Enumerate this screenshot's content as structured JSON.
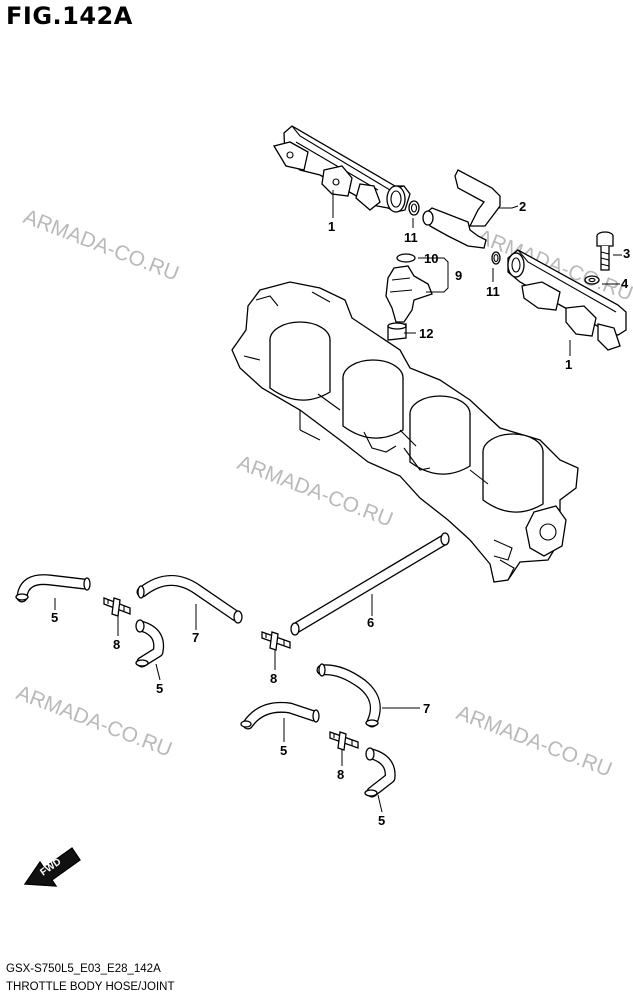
{
  "figure": {
    "title": "FIG.142A",
    "code": "GSX-S750L5_E03_E28_142A",
    "caption": "THROTTLE BODY HOSE/JOINT",
    "fwd_label": "FWD"
  },
  "watermark": "ARMADA-CO.RU",
  "callouts": {
    "c1a": "1",
    "c1b": "1",
    "c2": "2",
    "c3": "3",
    "c4": "4",
    "c5a": "5",
    "c5b": "5",
    "c5c": "5",
    "c5d": "5",
    "c6": "6",
    "c7a": "7",
    "c7b": "7",
    "c8a": "8",
    "c8b": "8",
    "c8c": "8",
    "c9": "9",
    "c10": "10",
    "c11a": "11",
    "c11b": "11",
    "c12": "12"
  }
}
